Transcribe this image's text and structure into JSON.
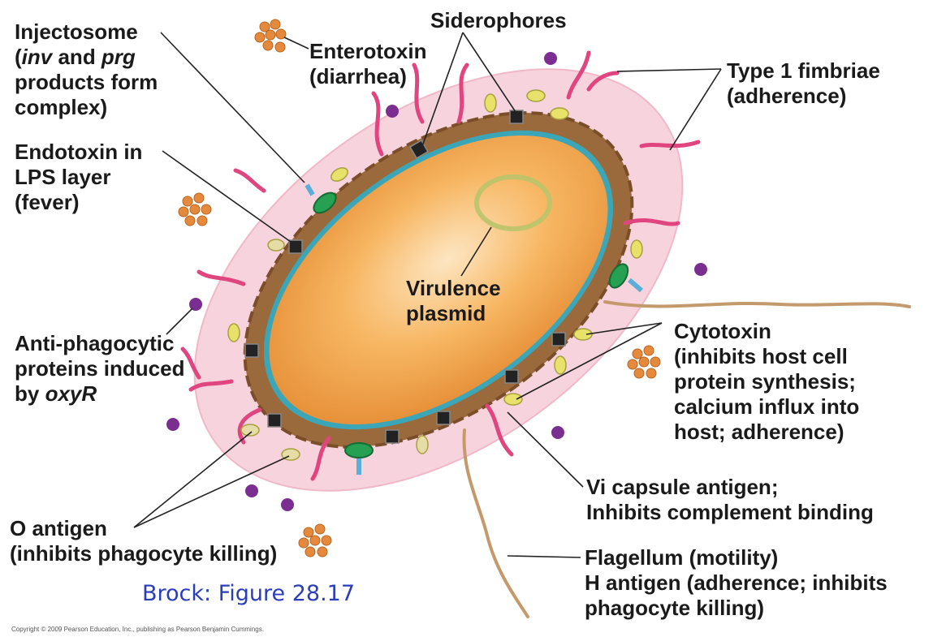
{
  "labels": {
    "injectosome": {
      "line1": "Injectosome",
      "line2_open": "(",
      "line2_gene1": "inv",
      "line2_mid": " and ",
      "line2_gene2": "prg",
      "line3": "products form",
      "line4": "complex)"
    },
    "endotoxin": {
      "line1": "Endotoxin in",
      "line2": "LPS layer",
      "line3": "(fever)"
    },
    "enterotoxin": {
      "line1": "Enterotoxin",
      "line2": "(diarrhea)"
    },
    "siderophores": {
      "line1": "Siderophores"
    },
    "fimbriae": {
      "line1": "Type 1 fimbriae",
      "line2": "(adherence)"
    },
    "plasmid": {
      "line1": "Virulence",
      "line2": "plasmid"
    },
    "antiphagocytic": {
      "line1": "Anti-phagocytic",
      "line2": "proteins induced",
      "line3_prefix": "by ",
      "line3_gene": "oxyR"
    },
    "cytotoxin": {
      "line1": "Cytotoxin",
      "line2": "(inhibits host cell",
      "line3": "protein synthesis;",
      "line4": "calcium influx into",
      "line5": "host; adherence)"
    },
    "vi_capsule": {
      "line1": "Vi capsule antigen;",
      "line2": "Inhibits complement binding"
    },
    "o_antigen": {
      "line1": "O antigen",
      "line2": "(inhibits phagocyte killing)"
    },
    "flagellum": {
      "line1": "Flagellum (motility)",
      "line2": "H antigen (adherence; inhibits",
      "line3": "phagocyte killing)"
    }
  },
  "caption": "Brock: Figure 28.17",
  "copyright": "Copyright © 2009 Pearson Education, Inc., publishing as Pearson Benjamin Cummings.",
  "colors": {
    "capsule": "#f7d3de",
    "lps": "#9a6a3c",
    "membrane": "#3aa6b8",
    "cytoplasm": "#f2a24a",
    "fimbriae": "#e0457f",
    "enterotoxin": "#e58a3d",
    "purple": "#7a2e8f",
    "leader": "#222222"
  }
}
